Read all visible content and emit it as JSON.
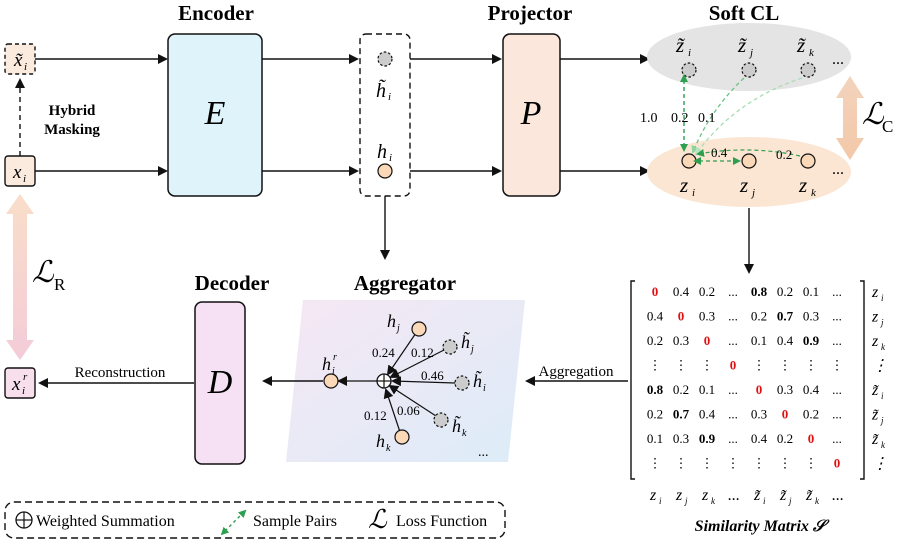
{
  "headers": {
    "encoder": "Encoder",
    "projector": "Projector",
    "soft_cl": "Soft CL",
    "decoder": "Decoder",
    "aggregator": "Aggregator"
  },
  "blocks": {
    "encoder": "E",
    "projector": "P",
    "decoder": "D"
  },
  "inputs": {
    "x_masked": "x̃",
    "x_masked_sub": "i",
    "x": "x",
    "x_sub": "i",
    "x_recon": "x",
    "x_recon_sub": "i",
    "x_recon_sup": "r",
    "hybrid_masking_line1": "Hybrid",
    "hybrid_masking_line2": "Masking"
  },
  "losses": {
    "recon_symbol": "ℒ",
    "recon_sub": "R",
    "contrast_symbol": "ℒ",
    "contrast_sub": "C"
  },
  "encoded": {
    "h_masked": "h̃",
    "h_masked_sub": "i",
    "h": "h",
    "h_sub": "i"
  },
  "soft_cl": {
    "top_nodes": [
      {
        "label": "z̃",
        "sub": "i"
      },
      {
        "label": "z̃",
        "sub": "j"
      },
      {
        "label": "z̃",
        "sub": "k"
      }
    ],
    "bottom_nodes": [
      {
        "label": "z",
        "sub": "i"
      },
      {
        "label": "z",
        "sub": "j"
      },
      {
        "label": "z",
        "sub": "k"
      }
    ],
    "ellipsis": "...",
    "weights": [
      "1.0",
      "0.2",
      "0.1"
    ],
    "pair_weights": [
      "0.4",
      "0.2"
    ]
  },
  "aggregator": {
    "nodes": [
      {
        "label": "h",
        "sub": "j",
        "weight": "0.24"
      },
      {
        "label": "h̃",
        "sub": "j",
        "weight": "0.12"
      },
      {
        "label": "h̃",
        "sub": "i",
        "weight": "0.46"
      },
      {
        "label": "h̃",
        "sub": "k",
        "weight": "0.06"
      },
      {
        "label": "h",
        "sub": "k",
        "weight": "0.12"
      }
    ],
    "output_label": "h",
    "output_sub": "i",
    "output_sup": "r",
    "ellipsis": "..."
  },
  "arrows": {
    "reconstruction": "Reconstruction",
    "aggregation": "Aggregation"
  },
  "similarity_matrix": {
    "caption": "Similarity Matrix 𝒮",
    "rows": [
      [
        "0",
        "0.4",
        "0.2",
        "...",
        "0.8",
        "0.2",
        "0.1",
        "..."
      ],
      [
        "0.4",
        "0",
        "0.3",
        "...",
        "0.2",
        "0.7",
        "0.3",
        "..."
      ],
      [
        "0.2",
        "0.3",
        "0",
        "...",
        "0.1",
        "0.4",
        "0.9",
        "..."
      ],
      [
        "⋮",
        "⋮",
        "⋮",
        "0",
        "⋮",
        "⋮",
        "⋮",
        "⋮"
      ],
      [
        "0.8",
        "0.2",
        "0.1",
        "...",
        "0",
        "0.3",
        "0.4",
        "..."
      ],
      [
        "0.2",
        "0.7",
        "0.4",
        "...",
        "0.3",
        "0",
        "0.2",
        "..."
      ],
      [
        "0.1",
        "0.3",
        "0.9",
        "...",
        "0.4",
        "0.2",
        "0",
        "..."
      ],
      [
        "⋮",
        "⋮",
        "⋮",
        "⋮",
        "⋮",
        "⋮",
        "⋮",
        "0"
      ]
    ],
    "row_labels": [
      {
        "label": "z",
        "sub": "i"
      },
      {
        "label": "z",
        "sub": "j"
      },
      {
        "label": "z",
        "sub": "k"
      },
      {
        "label": "⋮",
        "sub": ""
      },
      {
        "label": "z̃",
        "sub": "i"
      },
      {
        "label": "z̃",
        "sub": "j"
      },
      {
        "label": "z̃",
        "sub": "k"
      },
      {
        "label": "⋮",
        "sub": ""
      }
    ],
    "col_labels": [
      {
        "label": "z",
        "sub": "i"
      },
      {
        "label": "z",
        "sub": "j"
      },
      {
        "label": "z",
        "sub": "k"
      },
      {
        "label": "...",
        "sub": ""
      },
      {
        "label": "z̃",
        "sub": "i"
      },
      {
        "label": "z̃",
        "sub": "j"
      },
      {
        "label": "z̃",
        "sub": "k"
      },
      {
        "label": "...",
        "sub": ""
      }
    ],
    "red_color": "#e01010"
  },
  "legend": {
    "weighted_sum": "Weighted Summation",
    "sample_pairs": "Sample Pairs",
    "loss_symbol": "ℒ",
    "loss_function": "Loss Function"
  },
  "colors": {
    "encoder_fill": "#dff3fb",
    "projector_fill": "#fbe7dc",
    "decoder_fill": "#f5e1f3",
    "input_fill": "#fbeade",
    "node_fill": "#fbd8b8",
    "masked_node_fill": "#cccccc",
    "soft_cl_top_bg": "#e4e4e4",
    "soft_cl_bottom_bg": "#fbe6d4",
    "loss_c_arrow": "#f3d3bd",
    "loss_r_arrow": "#f3c9cf",
    "pair_green": "#2e9e4f"
  }
}
